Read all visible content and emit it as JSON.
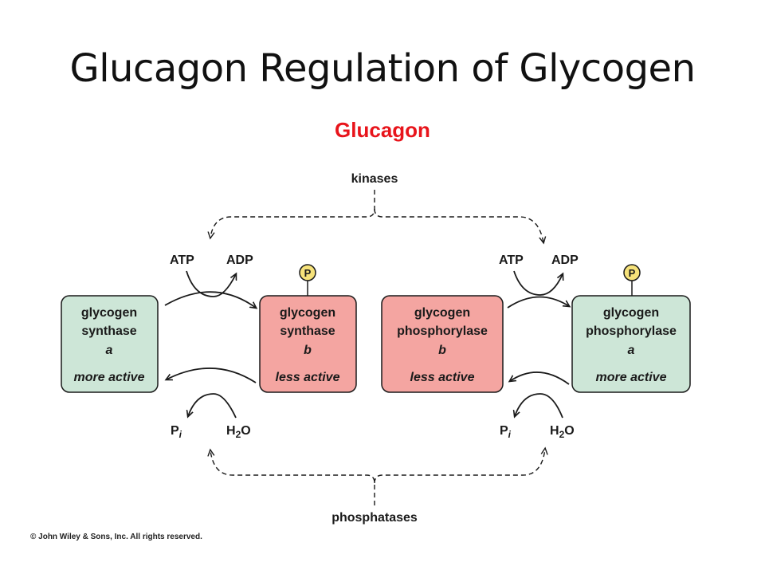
{
  "title": "Glucagon Regulation of Glycogen",
  "subtitle": "Glucagon",
  "kinases_label": "kinases",
  "phosphatases_label": "phosphatases",
  "left_cycle": {
    "atp": "ATP",
    "adp": "ADP",
    "pi": "P",
    "pi_sub": "i",
    "h2o_h": "H",
    "h2o_2": "2",
    "h2o_o": "O",
    "phospho": "P"
  },
  "right_cycle": {
    "atp": "ATP",
    "adp": "ADP",
    "pi": "P",
    "pi_sub": "i",
    "h2o_h": "H",
    "h2o_2": "2",
    "h2o_o": "O",
    "phospho": "P"
  },
  "boxes": {
    "synthase_a": {
      "line1": "glycogen",
      "line2": "synthase",
      "line3": "a",
      "line4": "more active"
    },
    "synthase_b": {
      "line1": "glycogen",
      "line2": "synthase",
      "line3": "b",
      "line4": "less active"
    },
    "phosphorylase_b": {
      "line1": "glycogen",
      "line2": "phosphorylase",
      "line3": "b",
      "line4": "less active"
    },
    "phosphorylase_a": {
      "line1": "glycogen",
      "line2": "phosphorylase",
      "line3": "a",
      "line4": "more active"
    }
  },
  "copyright": "© John Wiley & Sons, Inc. All rights reserved.",
  "colors": {
    "subtitle": "#e8141b",
    "active_fill": "#cde6d7",
    "inactive_fill": "#f4a5a1",
    "phospho_fill": "#f6e27a",
    "stroke": "#1a1a1a"
  }
}
